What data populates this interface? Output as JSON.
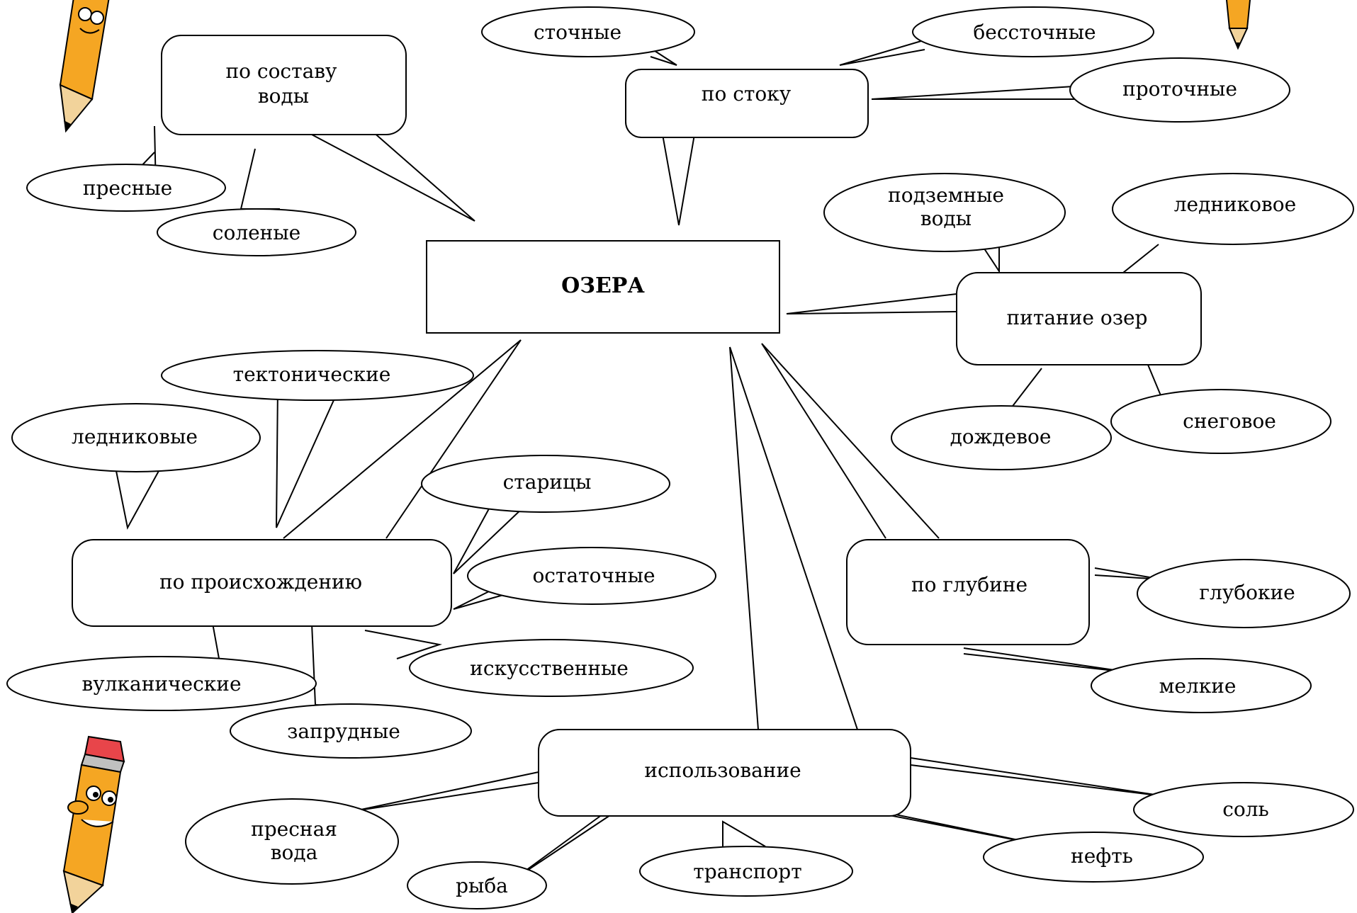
{
  "diagram": {
    "center": "ОЗЕРА",
    "groups": {
      "composition": {
        "label_line1": "по составу",
        "label_line2": "воды",
        "items": [
          "пресные",
          "соленые"
        ]
      },
      "runoff": {
        "label": "по стоку",
        "items": [
          "сточные",
          "бессточные",
          "проточные"
        ]
      },
      "feeding": {
        "label": "питание озер",
        "items": [
          "подземные воды",
          "ледниковое",
          "дождевое",
          "снеговое"
        ]
      },
      "origin": {
        "label": "по происхождению",
        "items": [
          "тектонические",
          "ледниковые",
          "старицы",
          "остаточные",
          "вулканические",
          "запрудные",
          "искусственные"
        ]
      },
      "depth": {
        "label": "по глубине",
        "items": [
          "глубокие",
          "мелкие"
        ]
      },
      "usage": {
        "label": "использование",
        "items": [
          "пресная вода",
          "рыба",
          "транспорт",
          "нефть",
          "соль"
        ]
      }
    }
  },
  "decorations": {
    "pencil_color": "#F5A623",
    "pencil_tip_color": "#000000",
    "eraser_color": "#E8454A"
  }
}
